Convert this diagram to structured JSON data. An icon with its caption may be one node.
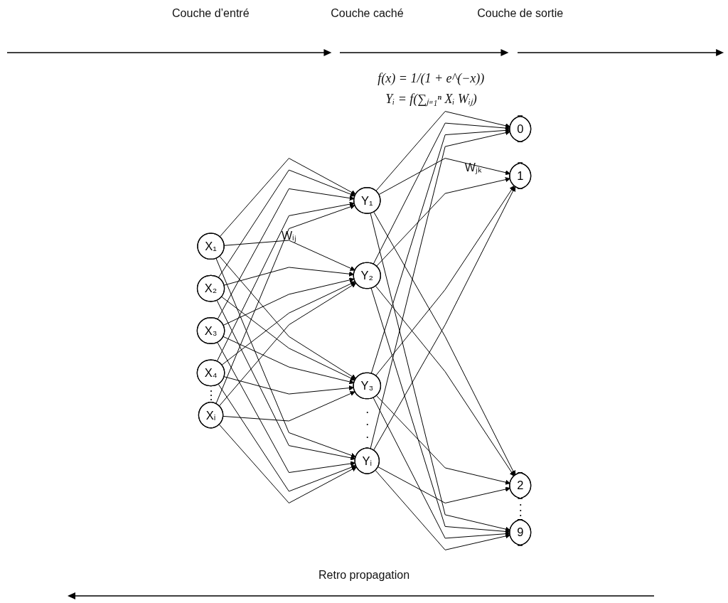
{
  "diagram": {
    "nodes": [
      {
        "text": [
          "X₁"
        ]
      },
      {
        "text": [
          "X₂"
        ]
      },
      {
        "text": [
          "X₃"
        ]
      },
      {
        "text": [
          "X₄"
        ]
      },
      {
        "text": [
          "Xᵢ"
        ]
      },
      {
        "text": [
          "Y₁"
        ]
      },
      {
        "text": [
          "Y₂"
        ]
      },
      {
        "text": [
          "Y₃"
        ]
      },
      {
        "text": [
          "Yᵢ"
        ]
      },
      {
        "text": [
          "0"
        ]
      },
      {
        "text": [
          "1"
        ]
      },
      {
        "text": [
          "2"
        ]
      },
      {
        "text": [
          "9"
        ]
      }
    ],
    "edges": [
      {
        "from": 0,
        "to": 5,
        "arrow": "to"
      },
      {
        "from": 0,
        "to": 6,
        "arrow": "to"
      },
      {
        "from": 0,
        "to": 7,
        "arrow": "to"
      },
      {
        "from": 0,
        "to": 8,
        "arrow": "to"
      },
      {
        "from": 1,
        "to": 5,
        "arrow": "to"
      },
      {
        "from": 1,
        "to": 6,
        "arrow": "to"
      },
      {
        "from": 1,
        "to": 7,
        "arrow": "to"
      },
      {
        "from": 1,
        "to": 8,
        "arrow": "to"
      },
      {
        "from": 2,
        "to": 5,
        "arrow": "to"
      },
      {
        "from": 2,
        "to": 6,
        "arrow": "to"
      },
      {
        "from": 2,
        "to": 7,
        "arrow": "to"
      },
      {
        "from": 2,
        "to": 8,
        "arrow": "to"
      },
      {
        "from": 3,
        "to": 5,
        "arrow": "to"
      },
      {
        "from": 3,
        "to": 6,
        "arrow": "to"
      },
      {
        "from": 3,
        "to": 7,
        "arrow": "to"
      },
      {
        "from": 3,
        "to": 8,
        "arrow": "to"
      },
      {
        "from": 4,
        "to": 5,
        "arrow": "to"
      },
      {
        "from": 4,
        "to": 6,
        "arrow": "to"
      },
      {
        "from": 4,
        "to": 7,
        "arrow": "to"
      },
      {
        "from": 4,
        "to": 8,
        "arrow": "to"
      },
      {
        "from": 5,
        "to": 9,
        "arrow": "to"
      },
      {
        "from": 5,
        "to": 10,
        "arrow": "to"
      },
      {
        "from": 5,
        "to": 11,
        "arrow": "to"
      },
      {
        "from": 5,
        "to": 12,
        "arrow": "to"
      },
      {
        "from": 6,
        "to": 9,
        "arrow": "to"
      },
      {
        "from": 6,
        "to": 10,
        "arrow": "to"
      },
      {
        "from": 6,
        "to": 11,
        "arrow": "to"
      },
      {
        "from": 6,
        "to": 12,
        "arrow": "to"
      },
      {
        "from": 7,
        "to": 9,
        "arrow": "to"
      },
      {
        "from": 7,
        "to": 10,
        "arrow": "to"
      },
      {
        "from": 7,
        "to": 11,
        "arrow": "to"
      },
      {
        "from": 7,
        "to": 12,
        "arrow": "to"
      },
      {
        "from": 8,
        "to": 9,
        "arrow": "to"
      },
      {
        "from": 8,
        "to": 10,
        "arrow": "to"
      },
      {
        "from": 8,
        "to": 11,
        "arrow": "to"
      },
      {
        "from": 8,
        "to": 12,
        "arrow": "to"
      }
    ],
    "labels": [
      "Couche d’entré",
      "Couche caché",
      "Couche de sortie",
      "f(x) = 1/(1 + e^(−x))",
      "Yᵢ = f(∑ⱼ₌₁ⁿ Xᵢ Wᵢⱼ)",
      "Wᵢⱼ",
      "Wⱼₖ",
      ".",
      ".",
      ".",
      ".",
      ".",
      ".",
      ".",
      ".",
      ".",
      "Retro propagation"
    ]
  }
}
